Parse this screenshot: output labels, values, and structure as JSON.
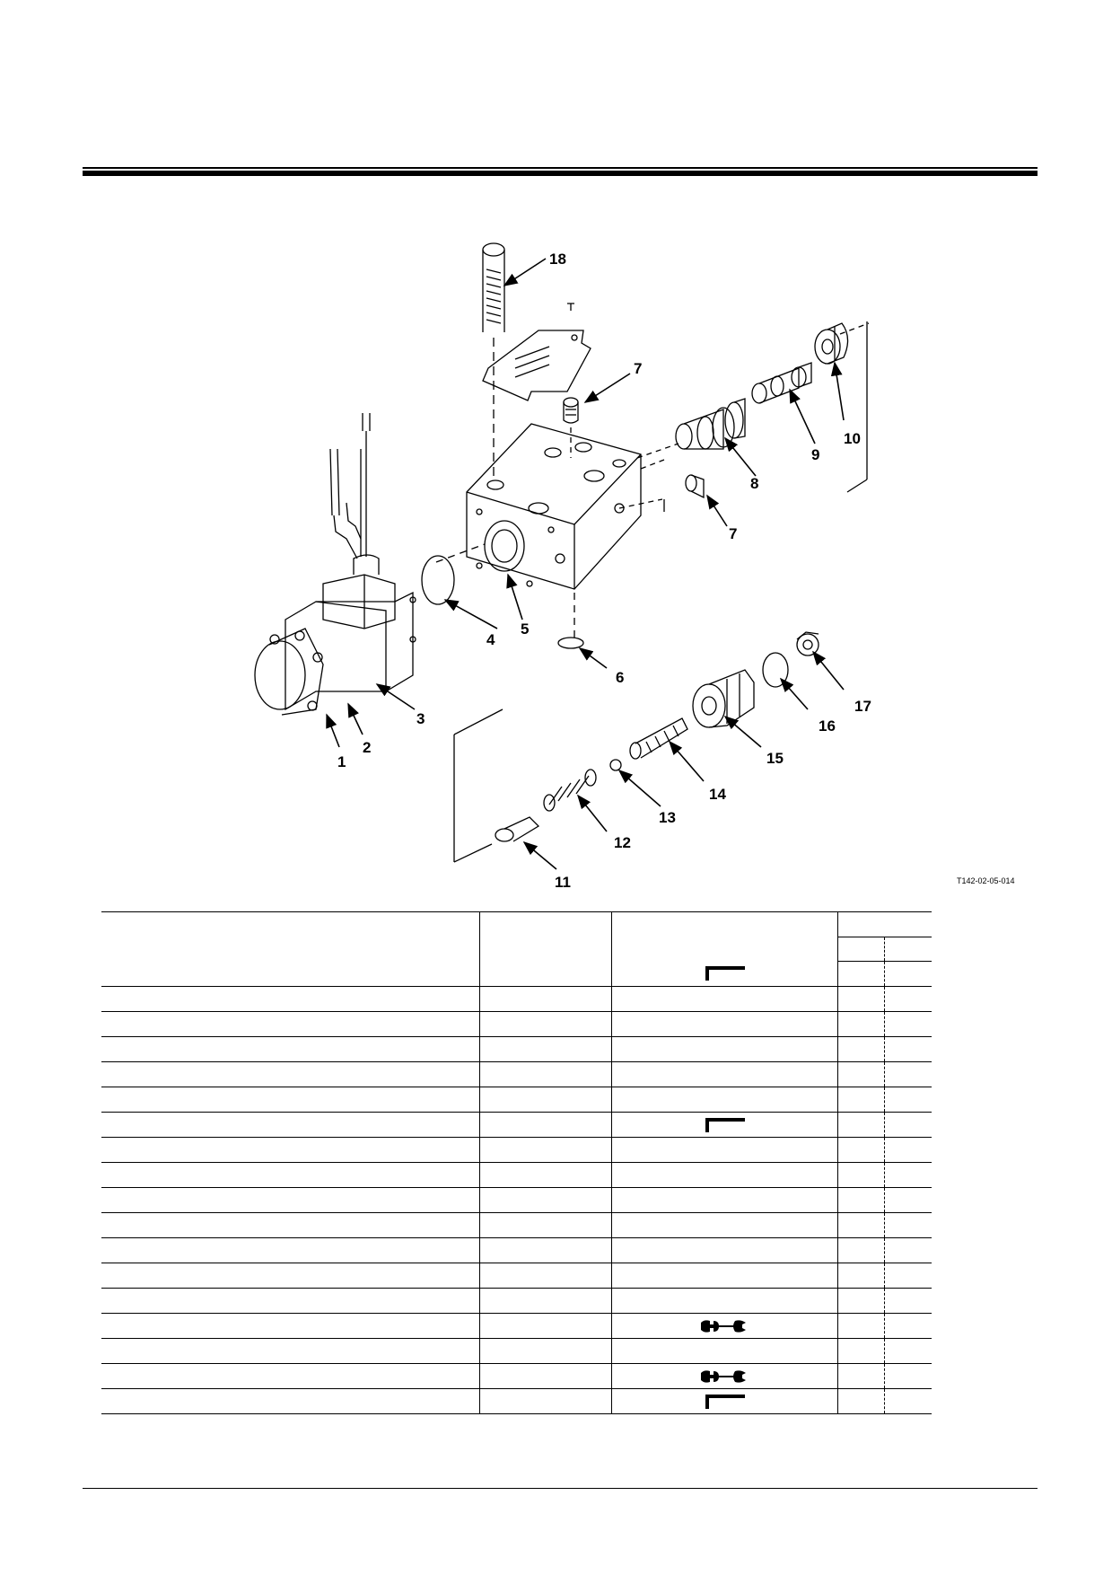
{
  "figure": {
    "code": "T142-02-05-014",
    "callouts": [
      "1",
      "2",
      "3",
      "4",
      "5",
      "6",
      "7",
      "7",
      "8",
      "9",
      "10",
      "11",
      "12",
      "13",
      "14",
      "15",
      "16",
      "17",
      "18"
    ]
  },
  "table": {
    "rows": [
      {
        "tool": "hex-wrench-icon"
      },
      {
        "tool": ""
      },
      {
        "tool": ""
      },
      {
        "tool": ""
      },
      {
        "tool": ""
      },
      {
        "tool": ""
      },
      {
        "tool": "hex-wrench-icon"
      },
      {
        "tool": ""
      },
      {
        "tool": ""
      },
      {
        "tool": ""
      },
      {
        "tool": ""
      },
      {
        "tool": ""
      },
      {
        "tool": ""
      },
      {
        "tool": ""
      },
      {
        "tool": "spanner-icon"
      },
      {
        "tool": ""
      },
      {
        "tool": "spanner-icon"
      },
      {
        "tool": "hex-wrench-icon"
      }
    ]
  }
}
